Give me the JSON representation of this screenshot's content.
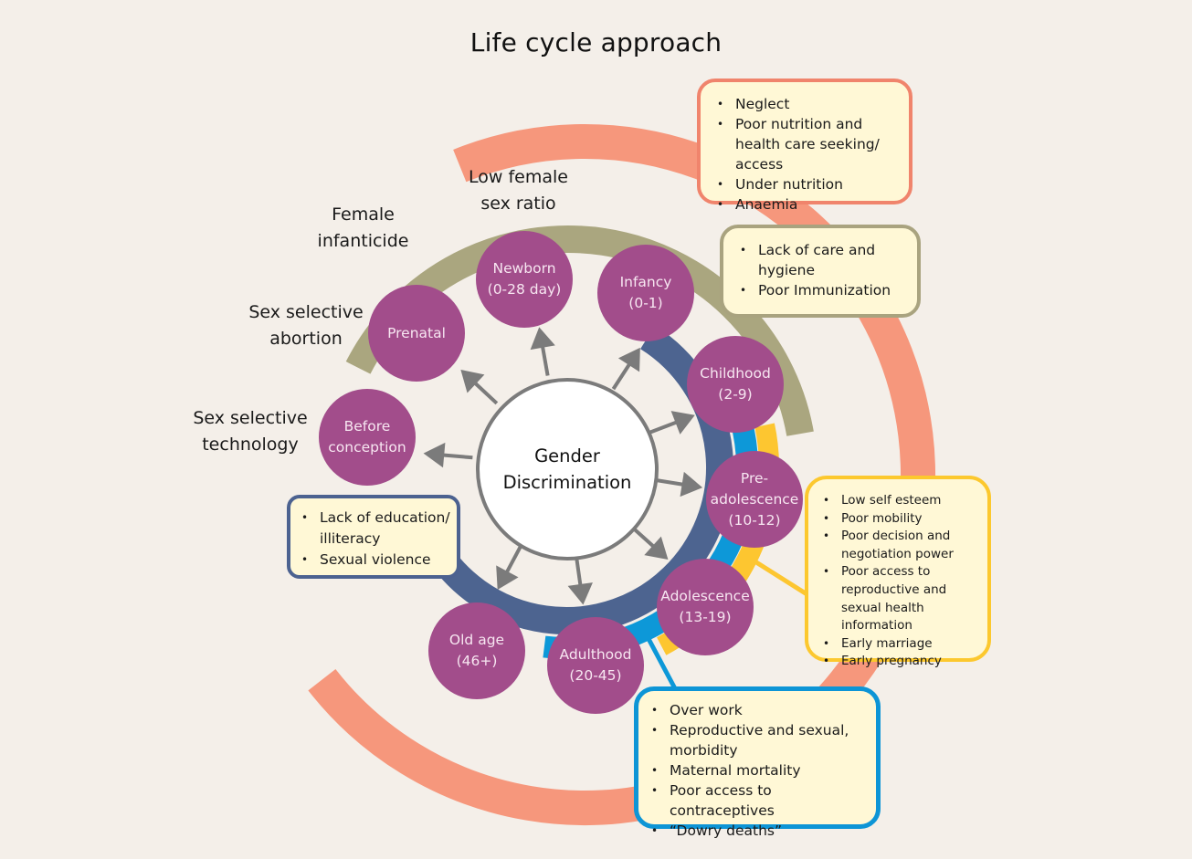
{
  "title": "Life cycle approach",
  "center": {
    "label": "Gender\nDiscrimination"
  },
  "colors": {
    "background": "#f4efe9",
    "stage_circle": "#a24d8b",
    "outer_arc_salmon": "#f6977c",
    "olive_arc": "#aaa67f",
    "navy_arc": "#4d6490",
    "blue_arc": "#0d98d8",
    "yellow_arc": "#fdc630",
    "arrow": "#7b7b7b",
    "callout_fill": "#fff8d6"
  },
  "stages": [
    {
      "id": "before-conception",
      "label": "Before\nconception"
    },
    {
      "id": "prenatal",
      "label": "Prenatal"
    },
    {
      "id": "newborn",
      "label": "Newborn\n(0-28 day)"
    },
    {
      "id": "infancy",
      "label": "Infancy\n(0-1)"
    },
    {
      "id": "childhood",
      "label": "Childhood\n(2-9)"
    },
    {
      "id": "pre-adolescence",
      "label": "Pre-\nadolescence\n(10-12)"
    },
    {
      "id": "adolescence",
      "label": "Adolescence\n(13-19)"
    },
    {
      "id": "adulthood",
      "label": "Adulthood\n(20-45)"
    },
    {
      "id": "old-age",
      "label": "Old age\n(46+)"
    }
  ],
  "side_labels": {
    "low_sex_ratio": "Low female\nsex ratio",
    "female_infanticide": "Female\ninfanticide",
    "sex_selective_abortion": "Sex selective\nabortion",
    "sex_selective_technology": "Sex selective\ntechnology"
  },
  "callouts": {
    "salmon": [
      "Neglect",
      "Poor nutrition and health care seeking/ access",
      "Under nutrition",
      "Anaemia"
    ],
    "olive": [
      "Lack of care and hygiene",
      "Poor Immunization"
    ],
    "yellow": [
      "Low self esteem",
      "Poor mobility",
      "Poor decision and negotiation power",
      "Poor access to reproductive and sexual health information",
      "Early marriage",
      "Early pregnancy"
    ],
    "blue": [
      "Over work",
      "Reproductive and sexual, morbidity",
      "Maternal mortality",
      "Poor access to contraceptives",
      "“Dowry deaths”"
    ],
    "navy": [
      "Lack of education/ illiteracy",
      "Sexual violence"
    ]
  }
}
